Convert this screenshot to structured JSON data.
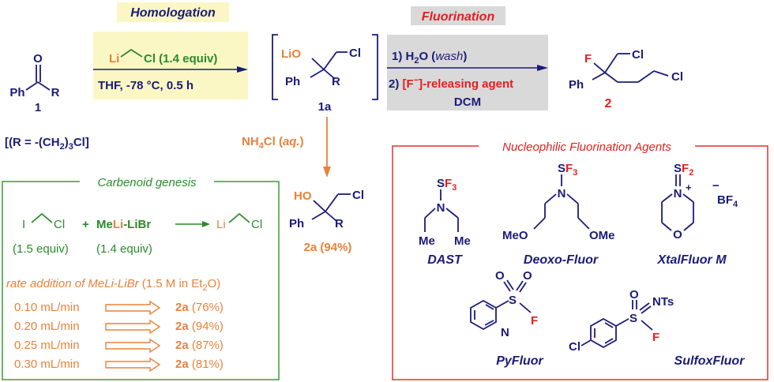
{
  "colors": {
    "navy": "#1b1b7a",
    "green": "#2a8a2a",
    "orange": "#e8823a",
    "red": "#e02020",
    "highlight_yellow": "#fbf7c4",
    "highlight_gray": "#d9d9d9",
    "green_box": "#3a9a3a",
    "red_box": "#e03030"
  },
  "homologation": {
    "title": "Homologation",
    "reagent_li": "Li",
    "reagent_cl": "Cl (1.4 equiv)",
    "conditions": "THF, -78 °C, 0.5 h"
  },
  "fluorination": {
    "title": "Fluorination",
    "step1_prefix": "1) H",
    "step1_sub": "2",
    "step1_mid": "O (",
    "step1_italic": "wash",
    "step1_suffix": ")",
    "step2_prefix": "2) ",
    "step2_red": "[F",
    "step2_sup": "−",
    "step2_red_end": "]-releasing agent",
    "solvent": "DCM"
  },
  "ketone": {
    "oxygen": "O",
    "ph": "Ph",
    "r": "R",
    "label": "1",
    "r_def_prefix": "[(R = -(CH",
    "r_def_sub": "2",
    "r_def_suffix": ")",
    "r_def_sub2": "3",
    "r_def_end": "Cl]"
  },
  "intermediate": {
    "lio": "LiO",
    "cl": "Cl",
    "ph": "Ph",
    "r": "R",
    "label": "1a"
  },
  "product2": {
    "f": "F",
    "cl1": "Cl",
    "cl2": "Cl",
    "ph": "Ph",
    "label": "2"
  },
  "quench": {
    "reagent": "NH",
    "reagent_sub": "4",
    "reagent_mid": "Cl (",
    "reagent_italic": "aq.",
    "reagent_end": ")"
  },
  "product2a": {
    "ho": "HO",
    "cl": "Cl",
    "ph": "Ph",
    "r": "R",
    "label": "2a (94%)"
  },
  "carbenoid": {
    "title": "Carbenoid genesis",
    "i": "I",
    "cl": "Cl",
    "plus": "+",
    "meli_me": "Me",
    "meli_li": "Li",
    "meli_rest": "-LiBr",
    "li_product": "Li",
    "cl_product": "Cl",
    "equiv1": "(1.5 equiv)",
    "equiv2": "(1.4 equiv)",
    "rate_italic": "rate addition of MeLi-LiBr",
    "rate_rest": " (1.5 M in Et",
    "rate_sub": "2",
    "rate_end": "O)",
    "rows": [
      {
        "rate": "0.10 mL/min",
        "prod": "2a",
        "yield": " (76%)"
      },
      {
        "rate": "0.20 mL/min",
        "prod": "2a",
        "yield": " (94%)"
      },
      {
        "rate": "0.25 mL/min",
        "prod": "2a",
        "yield": " (87%)"
      },
      {
        "rate": "0.30 mL/min",
        "prod": "2a",
        "yield": " (81%)"
      }
    ]
  },
  "agents": {
    "title": "Nucleophilic Fluorination Agents",
    "dast": {
      "name": "DAST",
      "s": "S",
      "f3": "F",
      "f3_sub": "3",
      "n": "N",
      "me1": "Me",
      "me2": "Me"
    },
    "deoxo": {
      "name": "Deoxo-Fluor",
      "s": "S",
      "f3": "F",
      "f3_sub": "3",
      "n": "N",
      "meo": "MeO",
      "ome": "OMe"
    },
    "xtal": {
      "name": "XtalFluor M",
      "s": "S",
      "f2": "F",
      "f2_sub": "2",
      "n": "N",
      "plus": "+",
      "minus": "−",
      "bf": "BF",
      "bf_sub": "4",
      "o": "O"
    },
    "pyfluor": {
      "name": "PyFluor",
      "o1": "O",
      "o2": "O",
      "s": "S",
      "f": "F",
      "n": "N"
    },
    "sulfox": {
      "name": "SulfoxFluor",
      "o": "O",
      "s": "S",
      "nts": "NTs",
      "f": "F",
      "cl": "Cl"
    }
  }
}
